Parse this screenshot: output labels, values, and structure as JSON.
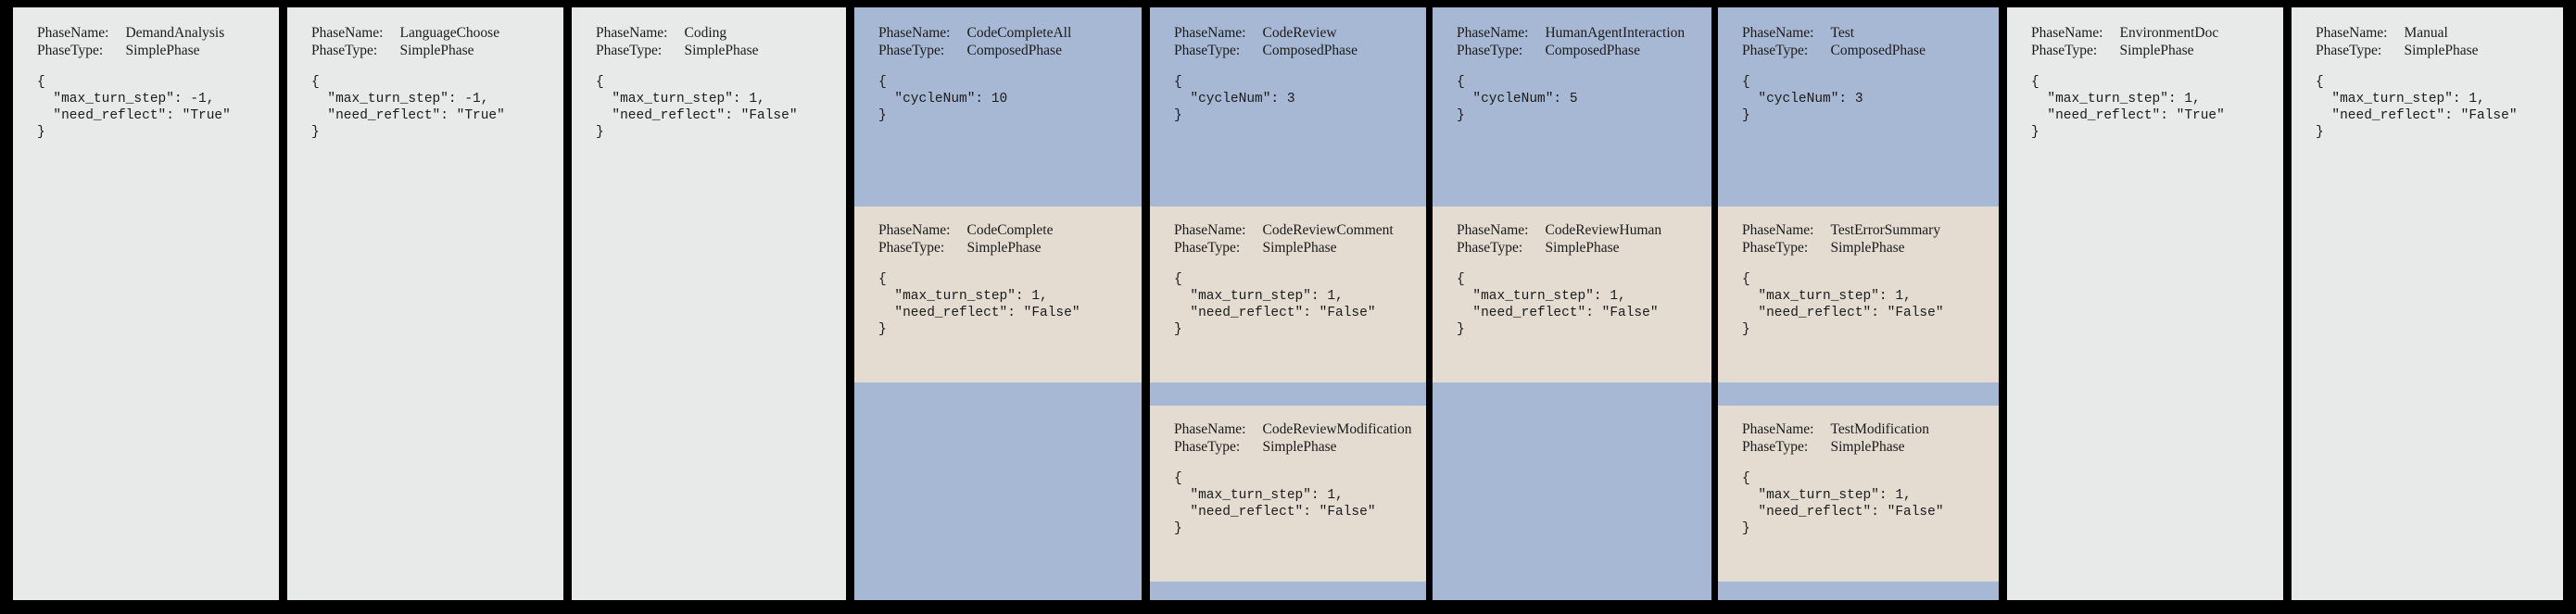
{
  "figure": {
    "background_color": "#000000",
    "simple_phase_color": "#e8eae9",
    "composed_phase_color": "#a6b8d3",
    "sub_phase_color": "#e4dbd1",
    "labels": {
      "phase_name": "PhaseName:",
      "phase_type": "PhaseType:"
    }
  },
  "phases": [
    {
      "name": "DemandAnalysis",
      "type": "SimplePhase",
      "config": "{\n  \"max_turn_step\": -1,\n  \"need_reflect\": \"True\"\n}",
      "subphases": []
    },
    {
      "name": "LanguageChoose",
      "type": "SimplePhase",
      "config": "{\n  \"max_turn_step\": -1,\n  \"need_reflect\": \"True\"\n}",
      "subphases": []
    },
    {
      "name": "Coding",
      "type": "SimplePhase",
      "config": "{\n  \"max_turn_step\": 1,\n  \"need_reflect\": \"False\"\n}",
      "subphases": []
    },
    {
      "name": "CodeCompleteAll",
      "type": "ComposedPhase",
      "config": "{\n  \"cycleNum\": 10\n}",
      "subphases": [
        {
          "name": "CodeComplete",
          "type": "SimplePhase",
          "config": "{\n  \"max_turn_step\": 1,\n  \"need_reflect\": \"False\"\n}"
        }
      ]
    },
    {
      "name": "CodeReview",
      "type": "ComposedPhase",
      "config": "{\n  \"cycleNum\": 3\n}",
      "subphases": [
        {
          "name": "CodeReviewComment",
          "type": "SimplePhase",
          "config": "{\n  \"max_turn_step\": 1,\n  \"need_reflect\": \"False\"\n}"
        },
        {
          "name": "CodeReviewModification",
          "type": "SimplePhase",
          "config": "{\n  \"max_turn_step\": 1,\n  \"need_reflect\": \"False\"\n}"
        }
      ]
    },
    {
      "name": "HumanAgentInteraction",
      "type": "ComposedPhase",
      "config": "{\n  \"cycleNum\": 5\n}",
      "subphases": [
        {
          "name": "CodeReviewHuman",
          "type": "SimplePhase",
          "config": "{\n  \"max_turn_step\": 1,\n  \"need_reflect\": \"False\"\n}"
        }
      ]
    },
    {
      "name": "Test",
      "type": "ComposedPhase",
      "config": "{\n  \"cycleNum\": 3\n}",
      "subphases": [
        {
          "name": "TestErrorSummary",
          "type": "SimplePhase",
          "config": "{\n  \"max_turn_step\": 1,\n  \"need_reflect\": \"False\"\n}"
        },
        {
          "name": "TestModification",
          "type": "SimplePhase",
          "config": "{\n  \"max_turn_step\": 1,\n  \"need_reflect\": \"False\"\n}"
        }
      ]
    },
    {
      "name": "EnvironmentDoc",
      "type": "SimplePhase",
      "config": "{\n  \"max_turn_step\": 1,\n  \"need_reflect\": \"True\"\n}",
      "subphases": []
    },
    {
      "name": "Manual",
      "type": "SimplePhase",
      "config": "{\n  \"max_turn_step\": 1,\n  \"need_reflect\": \"False\"\n}",
      "subphases": []
    }
  ]
}
